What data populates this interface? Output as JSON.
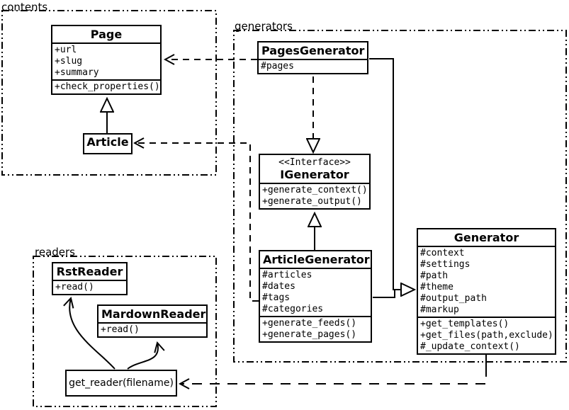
{
  "packages": {
    "contents": "contents",
    "generators": "generators",
    "readers": "readers"
  },
  "classes": {
    "page": {
      "title": "Page",
      "attributes": [
        "+url",
        "+slug",
        "+summary"
      ],
      "methods": [
        "+check_properties()"
      ]
    },
    "article": {
      "title": "Article"
    },
    "pages_generator": {
      "title": "PagesGenerator",
      "attributes": [
        "#pages"
      ]
    },
    "igenerator": {
      "stereotype": "<<Interface>>",
      "title": "IGenerator",
      "methods": [
        "+generate_context()",
        "+generate_output()"
      ]
    },
    "article_generator": {
      "title": "ArticleGenerator",
      "attributes": [
        "#articles",
        "#dates",
        "#tags",
        "#categories"
      ],
      "methods": [
        "+generate_feeds()",
        "+generate_pages()"
      ]
    },
    "generator": {
      "title": "Generator",
      "attributes": [
        "#context",
        "#settings",
        "#path",
        "#theme",
        "#output_path",
        "#markup"
      ],
      "methods": [
        "+get_templates()",
        "+get_files(path,exclude)",
        "#_update_context()"
      ]
    },
    "rst_reader": {
      "title": "RstReader",
      "methods": [
        "+read()"
      ]
    },
    "mardown_reader": {
      "title": "MardownReader",
      "methods": [
        "+read()"
      ]
    },
    "get_reader": {
      "title": "get_reader(filename)"
    }
  },
  "colors": {
    "stroke": "#000000",
    "background": "#ffffff"
  }
}
